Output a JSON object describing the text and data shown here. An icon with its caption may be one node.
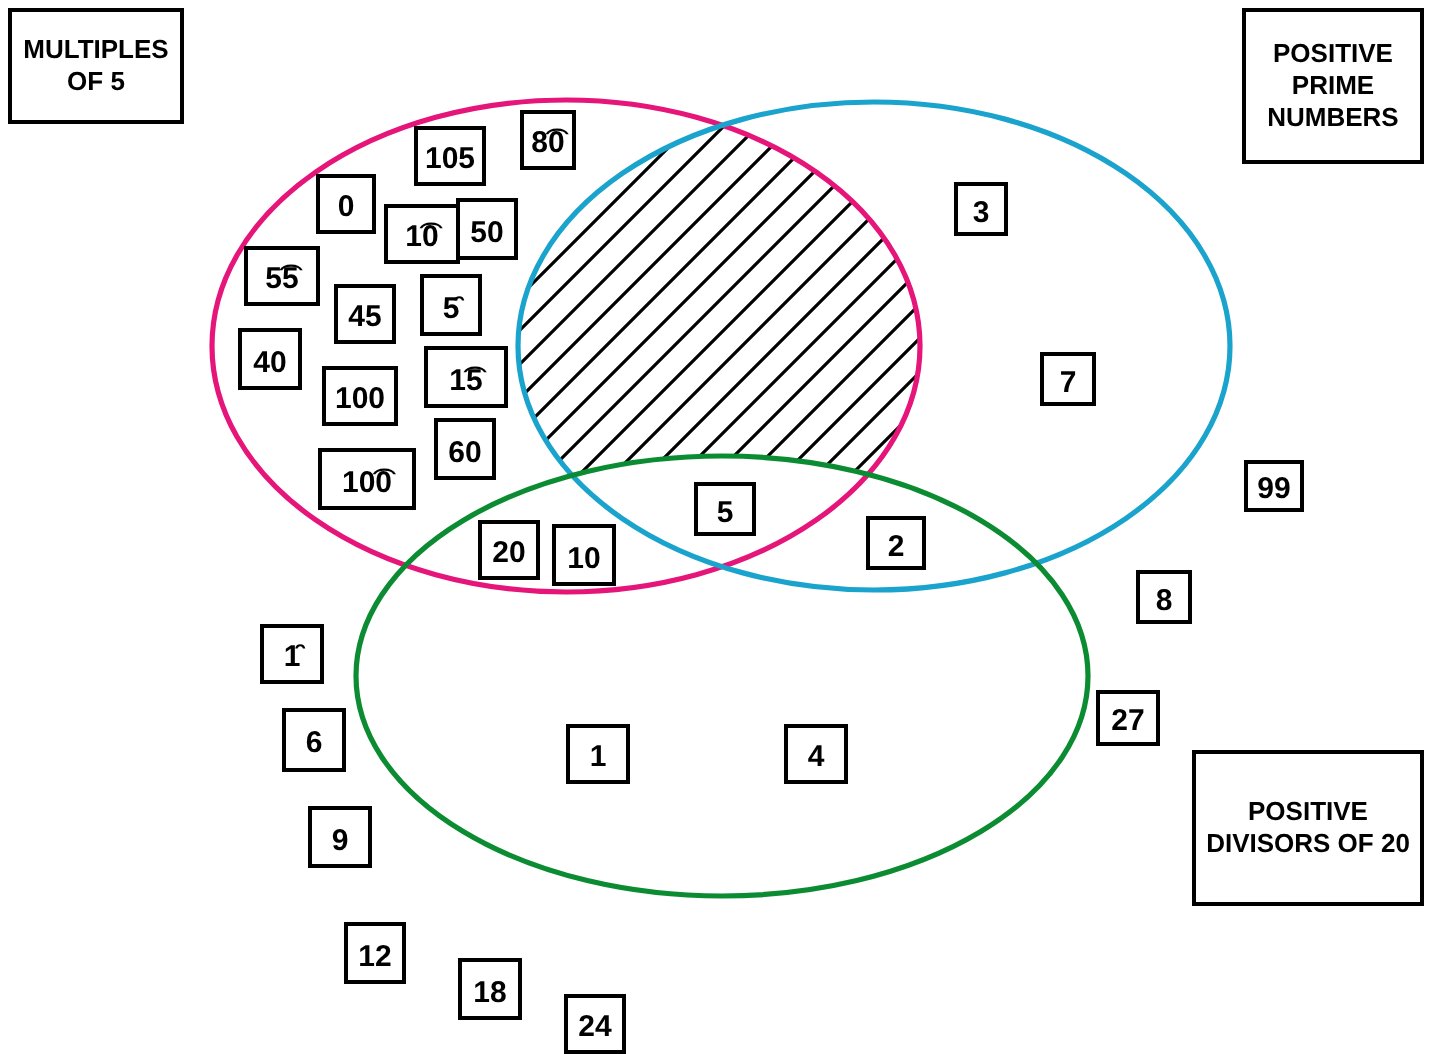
{
  "diagram": {
    "nodes": [
      {
        "text": [
          "MULTIPLES OF 5"
        ]
      },
      {
        "text": [
          "POSITIVE PRIME NUMBERS"
        ]
      },
      {
        "text": [],
        "shape": "ellipse"
      },
      {
        "text": [],
        "shape": "ellipse"
      },
      {
        "text": [
          "105"
        ],
        "in": 2
      },
      {
        "text": [
          "8͡0"
        ],
        "in": 2
      },
      {
        "text": [
          "0"
        ],
        "in": 2
      },
      {
        "text": [
          "1͡0"
        ],
        "in": 2
      },
      {
        "text": [
          "50"
        ],
        "in": 2
      },
      {
        "text": [
          "3"
        ],
        "in": 3
      },
      {
        "text": [
          "5͡5"
        ],
        "in": 2
      },
      {
        "text": [
          "45"
        ],
        "in": 2
      },
      {
        "text": [
          "5̑"
        ],
        "in": 2
      },
      {
        "text": [
          "40"
        ],
        "in": 2
      },
      {
        "text": [
          "100"
        ],
        "in": 2
      },
      {
        "text": [
          "1͡5"
        ],
        "in": 2
      },
      {
        "text": [
          "7"
        ],
        "in": 3
      },
      {
        "text": [
          "60"
        ],
        "in": 2
      },
      {
        "text": [
          "10͡0"
        ],
        "in": 2
      },
      {
        "text": [],
        "shape": "ellipse"
      },
      {
        "text": [
          "99"
        ]
      },
      {
        "text": [
          "5"
        ]
      },
      {
        "text": [
          "2"
        ]
      },
      {
        "text": [
          "20"
        ]
      },
      {
        "text": [
          "10"
        ]
      },
      {
        "text": [
          "8"
        ]
      },
      {
        "text": [
          "1̑"
        ]
      },
      {
        "text": [
          "6"
        ]
      },
      {
        "text": [
          "1"
        ],
        "in": 19
      },
      {
        "text": [
          "4"
        ],
        "in": 19
      },
      {
        "text": [
          "27"
        ]
      },
      {
        "text": [
          "POSITIVE DIVISORS OF 20"
        ]
      },
      {
        "text": [
          "9"
        ]
      },
      {
        "text": [
          "12"
        ]
      },
      {
        "text": [
          "18"
        ]
      },
      {
        "text": [
          "24"
        ]
      },
      {
        "text": [],
        "shape": "hatch"
      }
    ],
    "edges": []
  }
}
